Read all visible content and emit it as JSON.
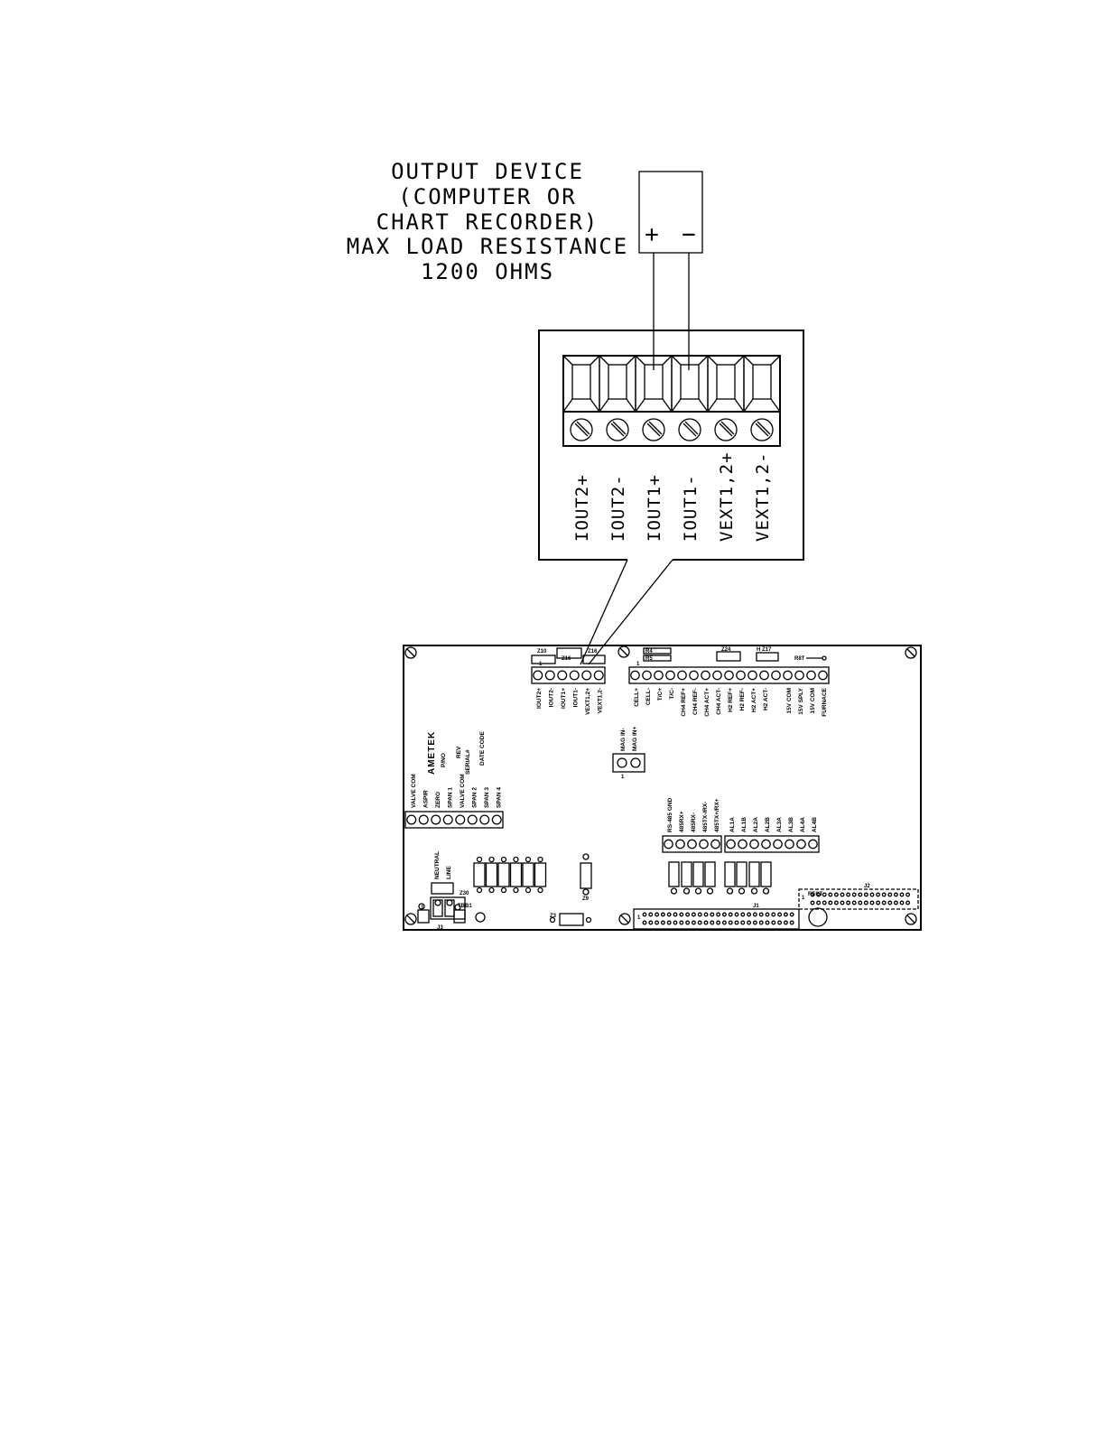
{
  "output_device": {
    "caption_lines": [
      "OUTPUT DEVICE",
      "(COMPUTER OR",
      "CHART RECORDER)",
      "MAX LOAD RESISTANCE",
      "1200 OHMS"
    ],
    "plus": "+",
    "minus": "−"
  },
  "terminal_block": {
    "labels": [
      "IOUT2+",
      "IOUT2-",
      "IOUT1+",
      "IOUT1-",
      "VEXT1,2+",
      "VEXT1,2-"
    ]
  },
  "pcb": {
    "brand": "AMETEK",
    "output_header_labels": [
      "IOUT2+",
      "IOUT2-",
      "IOUT1+",
      "IOUT1-",
      "VEXT1,2+",
      "VEXT1,2-"
    ],
    "right_header_labels": [
      "CELL+",
      "CELL-",
      "T/C+",
      "T/C-",
      "CH4 REF+",
      "CH4 REF-",
      "CH4 ACT+",
      "CH4 ACT-",
      "H2 REF+",
      "H2 REF-",
      "H2 ACT+",
      "H2 ACT-",
      "",
      "15V COM",
      "15V SPLY",
      "15V COM",
      "FURNACE"
    ],
    "left_header_labels": [
      "VALVE COM",
      "ASPIR",
      "ZERO",
      "SPAN 1",
      "VALVE COM",
      "SPAN 2",
      "SPAN 3",
      "SPAN 4"
    ],
    "info_labels": [
      "P/NO",
      "REV",
      "SERIAL#",
      "DATE CODE"
    ],
    "mid_header_labels": [
      "RS-485 GND",
      "485RX+",
      "485RX-",
      "485TX-/RX-",
      "485TX+/RX+"
    ],
    "alarm_header_labels": [
      "AL1A",
      "AL1B",
      "AL2A",
      "AL2B",
      "AL3A",
      "AL3B",
      "AL4A",
      "AL4B"
    ],
    "center_jack_labels": [
      "MAG IN-",
      "MAG IN+"
    ],
    "neutral_label": "NEUTRAL",
    "line_label": "LINE"
  }
}
